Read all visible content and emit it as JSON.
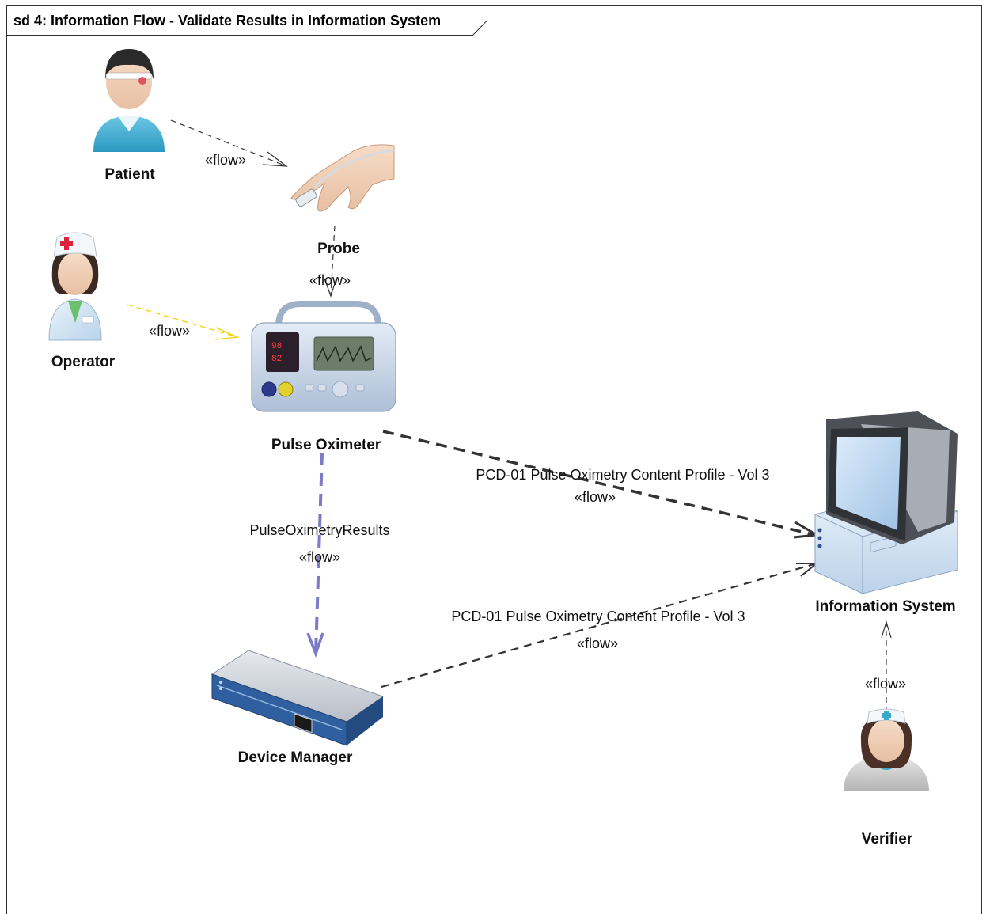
{
  "frame": {
    "title": "sd 4: Information Flow - Validate Results in Information System"
  },
  "nodes": {
    "patient": {
      "label": "Patient",
      "icon": "patient-actor-icon"
    },
    "probe": {
      "label": "Probe",
      "icon": "finger-probe-icon"
    },
    "operator": {
      "label": "Operator",
      "icon": "nurse-actor-icon"
    },
    "pulse_oximeter": {
      "label": "Pulse Oximeter",
      "icon": "pulse-oximeter-device-icon"
    },
    "information_system": {
      "label": "Information System",
      "icon": "computer-workstation-icon"
    },
    "device_manager": {
      "label": "Device Manager",
      "icon": "network-device-icon"
    },
    "verifier": {
      "label": "Verifier",
      "icon": "nurse-actor-icon"
    }
  },
  "flows": [
    {
      "id": "patient-probe",
      "from": "Patient",
      "to": "Probe",
      "stereotype": "«flow»",
      "name": "",
      "color": "#333333"
    },
    {
      "id": "probe-oximeter",
      "from": "Probe",
      "to": "Pulse Oximeter",
      "stereotype": "«flow»",
      "name": "",
      "color": "#333333"
    },
    {
      "id": "operator-oximeter",
      "from": "Operator",
      "to": "Pulse Oximeter",
      "stereotype": "«flow»",
      "name": "",
      "color": "#f5d000"
    },
    {
      "id": "oximeter-infosys",
      "from": "Pulse Oximeter",
      "to": "Information System",
      "stereotype": "«flow»",
      "name": "PCD-01 Pulse Oximetry Content Profile - Vol 3",
      "color": "#333333"
    },
    {
      "id": "oximeter-devmgr",
      "from": "Pulse Oximeter",
      "to": "Device Manager",
      "stereotype": "«flow»",
      "name": "PulseOximetryResults",
      "color": "#7b7bc7"
    },
    {
      "id": "devmgr-infosys",
      "from": "Device Manager",
      "to": "Information System",
      "stereotype": "«flow»",
      "name": "PCD-01 Pulse Oximetry Content Profile - Vol 3",
      "color": "#333333"
    },
    {
      "id": "verifier-infosys",
      "from": "Verifier",
      "to": "Information System",
      "stereotype": "«flow»",
      "name": "",
      "color": "#333333"
    }
  ]
}
